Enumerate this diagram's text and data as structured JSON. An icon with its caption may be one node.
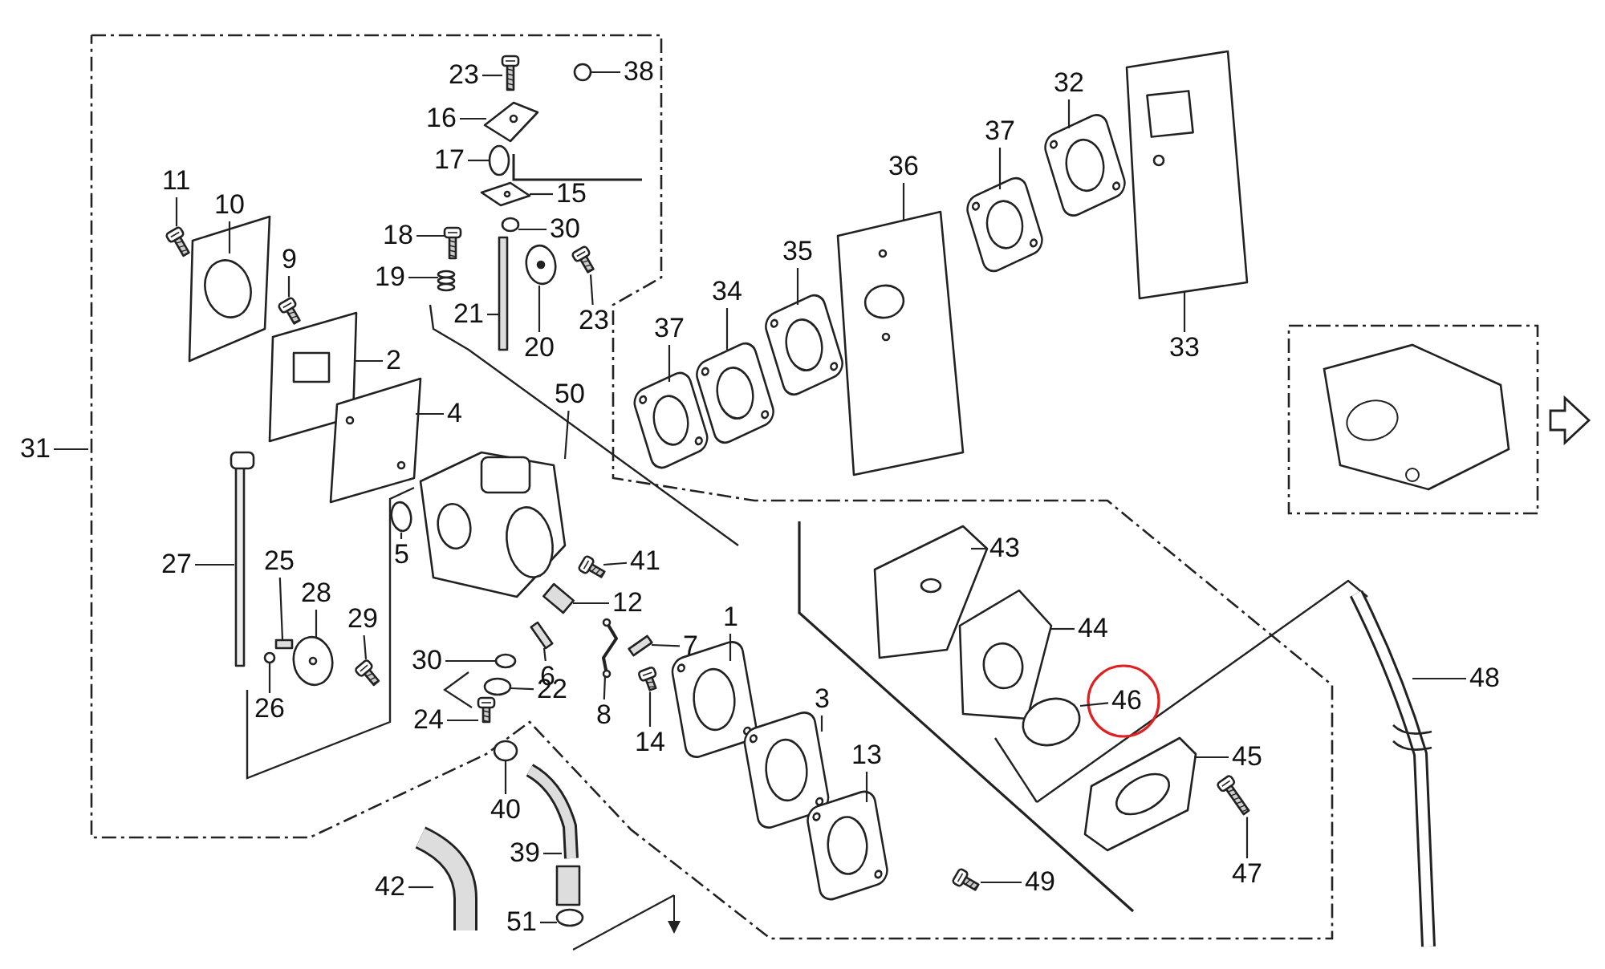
{
  "diagram": {
    "nodes": [
      {
        "text": [
          "23"
        ]
      },
      {
        "text": [
          "38"
        ]
      },
      {
        "text": [
          "16"
        ]
      },
      {
        "text": [
          "17"
        ]
      },
      {
        "text": [
          "15"
        ]
      },
      {
        "text": [
          "11"
        ]
      },
      {
        "text": [
          "10"
        ]
      },
      {
        "text": [
          "9"
        ]
      },
      {
        "text": [
          "18"
        ]
      },
      {
        "text": [
          "30"
        ]
      },
      {
        "text": [
          "19"
        ]
      },
      {
        "text": [
          "21"
        ]
      },
      {
        "text": [
          "20"
        ]
      },
      {
        "text": [
          "23"
        ]
      },
      {
        "text": [
          "2"
        ]
      },
      {
        "text": [
          "4"
        ]
      },
      {
        "text": [
          "50"
        ]
      },
      {
        "text": [
          "31"
        ]
      },
      {
        "text": [
          "27"
        ]
      },
      {
        "text": [
          "25"
        ]
      },
      {
        "text": [
          "28"
        ]
      },
      {
        "text": [
          "29"
        ]
      },
      {
        "text": [
          "26"
        ]
      },
      {
        "text": [
          "5"
        ]
      },
      {
        "text": [
          "41"
        ]
      },
      {
        "text": [
          "12"
        ]
      },
      {
        "text": [
          "6"
        ]
      },
      {
        "text": [
          "7"
        ]
      },
      {
        "text": [
          "30"
        ]
      },
      {
        "text": [
          "22"
        ]
      },
      {
        "text": [
          "8"
        ]
      },
      {
        "text": [
          "14"
        ]
      },
      {
        "text": [
          "1"
        ]
      },
      {
        "text": [
          "24"
        ]
      },
      {
        "text": [
          "40"
        ]
      },
      {
        "text": [
          "3"
        ]
      },
      {
        "text": [
          "13"
        ]
      },
      {
        "text": [
          "39"
        ]
      },
      {
        "text": [
          "42"
        ]
      },
      {
        "text": [
          "51"
        ]
      },
      {
        "text": [
          "49"
        ]
      },
      {
        "text": [
          "43"
        ]
      },
      {
        "text": [
          "44"
        ]
      },
      {
        "text": [
          "46"
        ]
      },
      {
        "text": [
          "45"
        ]
      },
      {
        "text": [
          "47"
        ]
      },
      {
        "text": [
          "48"
        ]
      },
      {
        "text": [
          "37"
        ]
      },
      {
        "text": [
          "34"
        ]
      },
      {
        "text": [
          "35"
        ]
      },
      {
        "text": [
          "36"
        ]
      },
      {
        "text": [
          "37"
        ]
      },
      {
        "text": [
          "32"
        ]
      },
      {
        "text": [
          "33"
        ]
      },
      {
        "text": [],
        "shape": "picture"
      },
      {
        "text": [],
        "shape": "circle"
      },
      {
        "text": [],
        "shape": "picture"
      },
      {
        "text": [],
        "shape": "circle"
      },
      {
        "text": [],
        "shape": "picture"
      },
      {
        "text": [],
        "shape": "picture"
      },
      {
        "text": [],
        "shape": "picture"
      },
      {
        "text": [],
        "shape": "picture"
      },
      {
        "text": [],
        "shape": "picture"
      },
      {
        "text": [],
        "shape": "circle"
      },
      {
        "text": [],
        "shape": "picture"
      },
      {
        "text": [],
        "shape": "box"
      },
      {
        "text": [],
        "shape": "picture"
      },
      {
        "text": [],
        "shape": "picture"
      },
      {
        "text": [],
        "shape": "picture"
      },
      {
        "text": [],
        "shape": "picture"
      },
      {
        "text": [],
        "shape": "picture"
      },
      {
        "text": [],
        "shape": "picture"
      },
      {
        "text": [],
        "shape": "box"
      },
      {
        "text": [],
        "shape": "picture"
      },
      {
        "text": [],
        "shape": "picture"
      },
      {
        "text": [],
        "shape": "circle"
      },
      {
        "text": [],
        "shape": "circle"
      },
      {
        "text": [],
        "shape": "picture"
      },
      {
        "text": [],
        "shape": "box"
      },
      {
        "text": [],
        "shape": "box"
      },
      {
        "text": [],
        "shape": "box"
      },
      {
        "text": [],
        "shape": "circle"
      },
      {
        "text": [],
        "shape": "circle"
      },
      {
        "text": [],
        "shape": "picture"
      },
      {
        "text": [],
        "shape": "picture"
      },
      {
        "text": [],
        "shape": "picture"
      },
      {
        "text": [],
        "shape": "picture"
      },
      {
        "text": [],
        "shape": "circle"
      },
      {
        "text": [],
        "shape": "picture"
      },
      {
        "text": [],
        "shape": "picture"
      },
      {
        "text": [],
        "shape": "picture"
      },
      {
        "text": [],
        "shape": "picture"
      },
      {
        "text": [],
        "shape": "circle"
      },
      {
        "text": [],
        "shape": "picture"
      },
      {
        "text": [],
        "shape": "picture"
      },
      {
        "text": [],
        "shape": "picture"
      },
      {
        "text": [],
        "shape": "circle"
      },
      {
        "text": [],
        "shape": "picture"
      },
      {
        "text": [],
        "shape": "picture"
      },
      {
        "text": [],
        "shape": "picture"
      },
      {
        "text": [],
        "shape": "picture"
      },
      {
        "text": [],
        "shape": "picture"
      },
      {
        "text": [],
        "shape": "picture"
      },
      {
        "text": [],
        "shape": "picture"
      },
      {
        "text": [],
        "shape": "picture"
      },
      {
        "text": [],
        "shape": "picture"
      },
      {
        "text": [],
        "shape": "picture"
      }
    ],
    "edges": [
      {
        "from": 0,
        "to": 54,
        "arrow": "none"
      },
      {
        "from": 1,
        "to": 55,
        "arrow": "none"
      },
      {
        "from": 2,
        "to": 56,
        "arrow": "none"
      },
      {
        "from": 3,
        "to": 57,
        "arrow": "none"
      },
      {
        "from": 4,
        "to": 58,
        "arrow": "none"
      },
      {
        "from": 5,
        "to": 59,
        "arrow": "none"
      },
      {
        "from": 6,
        "to": 60,
        "arrow": "none"
      },
      {
        "from": 7,
        "to": 61,
        "arrow": "none"
      },
      {
        "from": 8,
        "to": 62,
        "arrow": "none"
      },
      {
        "from": 9,
        "to": 63,
        "arrow": "none"
      },
      {
        "from": 10,
        "to": 64,
        "arrow": "none"
      },
      {
        "from": 11,
        "to": 65,
        "arrow": "none"
      },
      {
        "from": 12,
        "to": 66,
        "arrow": "none"
      },
      {
        "from": 13,
        "to": 67,
        "arrow": "none"
      },
      {
        "from": 14,
        "to": 68,
        "arrow": "none"
      },
      {
        "from": 15,
        "to": 69,
        "arrow": "none"
      },
      {
        "from": 16,
        "to": 70,
        "arrow": "none"
      },
      {
        "from": 17,
        "to": null,
        "arrow": "none"
      },
      {
        "from": 18,
        "to": 71,
        "arrow": "none"
      },
      {
        "from": 19,
        "to": 72,
        "arrow": "none"
      },
      {
        "from": 20,
        "to": 73,
        "arrow": "none"
      },
      {
        "from": 21,
        "to": 74,
        "arrow": "none"
      },
      {
        "from": 22,
        "to": 75,
        "arrow": "none"
      },
      {
        "from": 23,
        "to": 76,
        "arrow": "none"
      },
      {
        "from": 24,
        "to": 77,
        "arrow": "none"
      },
      {
        "from": 25,
        "to": 78,
        "arrow": "none"
      },
      {
        "from": 26,
        "to": 79,
        "arrow": "none"
      },
      {
        "from": 27,
        "to": 80,
        "arrow": "none"
      },
      {
        "from": 28,
        "to": 81,
        "arrow": "none"
      },
      {
        "from": 29,
        "to": 82,
        "arrow": "none"
      },
      {
        "from": 30,
        "to": 83,
        "arrow": "none"
      },
      {
        "from": 31,
        "to": 84,
        "arrow": "none"
      },
      {
        "from": 32,
        "to": 85,
        "arrow": "none"
      },
      {
        "from": 33,
        "to": 86,
        "arrow": "none"
      },
      {
        "from": 34,
        "to": 87,
        "arrow": "none"
      },
      {
        "from": 35,
        "to": 88,
        "arrow": "none"
      },
      {
        "from": 36,
        "to": 89,
        "arrow": "none"
      },
      {
        "from": 37,
        "to": 90,
        "arrow": "none"
      },
      {
        "from": 38,
        "to": 91,
        "arrow": "none"
      },
      {
        "from": 39,
        "to": 92,
        "arrow": "none"
      },
      {
        "from": 40,
        "to": 93,
        "arrow": "none"
      },
      {
        "from": 41,
        "to": 94,
        "arrow": "none"
      },
      {
        "from": 42,
        "to": 95,
        "arrow": "none"
      },
      {
        "from": 43,
        "to": 96,
        "arrow": "none"
      },
      {
        "from": 44,
        "to": 97,
        "arrow": "none"
      },
      {
        "from": 45,
        "to": 98,
        "arrow": "none"
      },
      {
        "from": 46,
        "to": 99,
        "arrow": "none"
      },
      {
        "from": 47,
        "to": 100,
        "arrow": "none"
      },
      {
        "from": 48,
        "to": 101,
        "arrow": "none"
      },
      {
        "from": 49,
        "to": 102,
        "arrow": "none"
      },
      {
        "from": 50,
        "to": 103,
        "arrow": "none"
      },
      {
        "from": 51,
        "to": 104,
        "arrow": "none"
      },
      {
        "from": 52,
        "to": 105,
        "arrow": "none"
      },
      {
        "from": 53,
        "to": 106,
        "arrow": "none"
      }
    ]
  }
}
